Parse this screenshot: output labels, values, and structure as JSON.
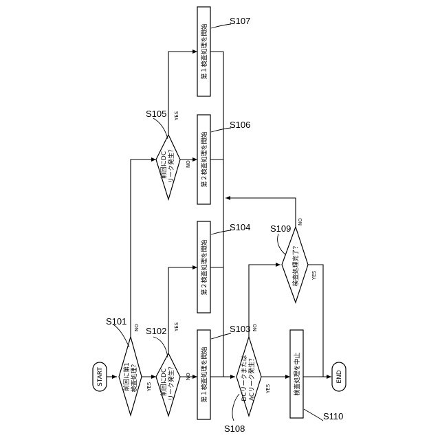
{
  "terminals": {
    "start": "START",
    "end": "END"
  },
  "decisions": {
    "d101": {
      "line1": "前回に第1",
      "line2": "検査処理？"
    },
    "d102": {
      "line1": "前回にDC",
      "line2": "リーク発生？"
    },
    "d105": {
      "line1": "前回にDC",
      "line2": "リーク発生？"
    },
    "d108": {
      "line1": "DCリークまたは",
      "line2": "ACリーク発生？"
    },
    "d109": {
      "line1": "検査処理完了？"
    }
  },
  "processes": {
    "p103": "第１検査処理を開始",
    "p104": "第２検査処理を開始",
    "p106": "第２検査処理を開始",
    "p107": "第１検査処理を開始",
    "p110": "検査処理を中止"
  },
  "step_labels": {
    "s101": "S101",
    "s102": "S102",
    "s103": "S103",
    "s104": "S104",
    "s105": "S105",
    "s106": "S106",
    "s107": "S107",
    "s108": "S108",
    "s109": "S109",
    "s110": "S110"
  },
  "branch_labels": {
    "yes": "YES",
    "no": "NO"
  }
}
